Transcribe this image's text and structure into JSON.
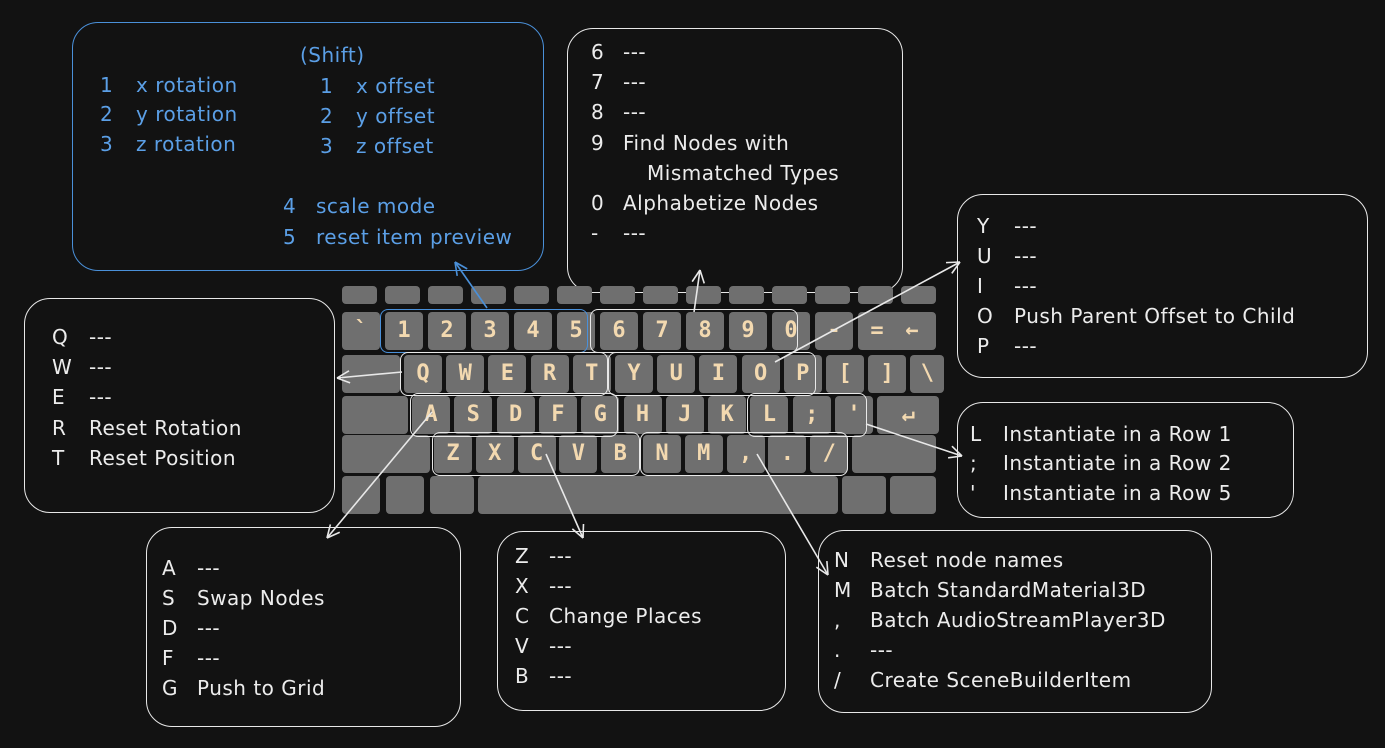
{
  "shift_box": {
    "heading": "(Shift)",
    "left": [
      {
        "key": "1",
        "label": "x rotation"
      },
      {
        "key": "2",
        "label": "y rotation"
      },
      {
        "key": "3",
        "label": "z rotation"
      }
    ],
    "right": [
      {
        "key": "1",
        "label": "x offset"
      },
      {
        "key": "2",
        "label": "y offset"
      },
      {
        "key": "3",
        "label": "z offset"
      }
    ],
    "bottom": [
      {
        "key": "4",
        "label": "scale mode"
      },
      {
        "key": "5",
        "label": "reset item preview"
      }
    ]
  },
  "number_box": [
    {
      "key": "6",
      "label": "---"
    },
    {
      "key": "7",
      "label": "---"
    },
    {
      "key": "8",
      "label": "---"
    },
    {
      "key": "9",
      "label": "Find Nodes with"
    },
    {
      "key": "",
      "label": "Mismatched Types"
    },
    {
      "key": "0",
      "label": "Alphabetize Nodes"
    },
    {
      "key": "-",
      "label": "---"
    }
  ],
  "yuiop_box": [
    {
      "key": "Y",
      "label": "---"
    },
    {
      "key": "U",
      "label": "---"
    },
    {
      "key": "I",
      "label": "---"
    },
    {
      "key": "O",
      "label": "Push Parent Offset to Child"
    },
    {
      "key": "P",
      "label": "---"
    }
  ],
  "qwert_box": [
    {
      "key": "Q",
      "label": "---"
    },
    {
      "key": "W",
      "label": "---"
    },
    {
      "key": "E",
      "label": "---"
    },
    {
      "key": "R",
      "label": "Reset Rotation"
    },
    {
      "key": "T",
      "label": "Reset Position"
    }
  ],
  "row_box": [
    {
      "key": "L",
      "label": "Instantiate in a Row 1"
    },
    {
      "key": ";",
      "label": "Instantiate in a Row 2"
    },
    {
      "key": "'",
      "label": "Instantiate in a Row 5"
    }
  ],
  "asdfg_box": [
    {
      "key": "A",
      "label": "---"
    },
    {
      "key": "S",
      "label": "Swap Nodes"
    },
    {
      "key": "D",
      "label": "---"
    },
    {
      "key": "F",
      "label": "---"
    },
    {
      "key": "G",
      "label": "Push to Grid"
    }
  ],
  "zxcvb_box": [
    {
      "key": "Z",
      "label": "---"
    },
    {
      "key": "X",
      "label": "---"
    },
    {
      "key": "C",
      "label": "Change Places"
    },
    {
      "key": "V",
      "label": "---"
    },
    {
      "key": "B",
      "label": "---"
    }
  ],
  "nm_box": [
    {
      "key": "N",
      "label": "Reset node names"
    },
    {
      "key": "M",
      "label": "Batch StandardMaterial3D"
    },
    {
      "key": ",",
      "label": "Batch AudioStreamPlayer3D"
    },
    {
      "key": ".",
      "label": "---"
    },
    {
      "key": "/",
      "label": "Create SceneBuilderItem"
    }
  ],
  "keyboard": {
    "row1": [
      "`",
      "1",
      "2",
      "3",
      "4",
      "5",
      "6",
      "7",
      "8",
      "9",
      "0",
      "-",
      "=",
      "←"
    ],
    "row2": [
      "Q",
      "W",
      "E",
      "R",
      "T",
      "Y",
      "U",
      "I",
      "O",
      "P",
      "[",
      "]",
      "\\"
    ],
    "row3": [
      "A",
      "S",
      "D",
      "F",
      "G",
      "H",
      "J",
      "K",
      "L",
      ";",
      "'",
      "↵"
    ],
    "row4": [
      "Z",
      "X",
      "C",
      "V",
      "B",
      "N",
      "M",
      ",",
      ".",
      "/"
    ]
  },
  "colors": {
    "background": "#121212",
    "key": "#6f6f6f",
    "key_label": "#f3d9b0",
    "line": "#e8e8e8",
    "accent_blue": "#4a90d9"
  }
}
